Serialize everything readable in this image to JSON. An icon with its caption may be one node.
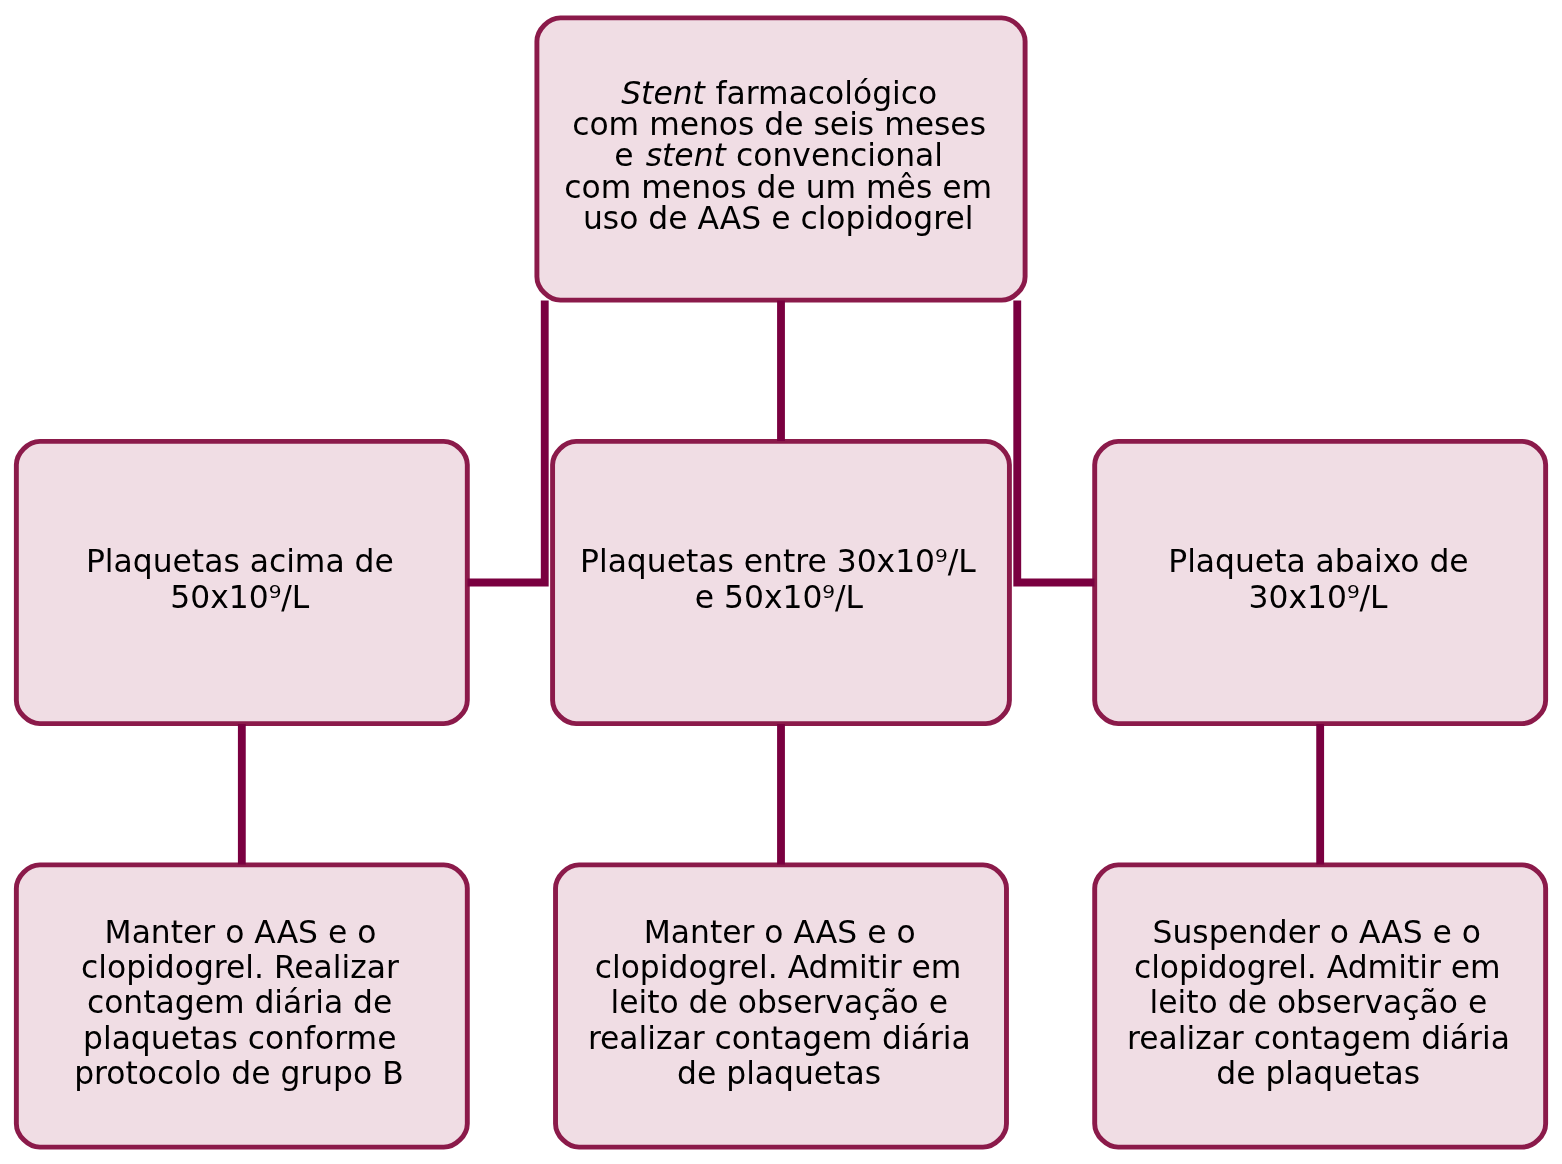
{
  "diagram": {
    "nodes": [
      {
        "text": [
          "*Stent* farmacológico com menos de seis meses e *stent* convencional com menos de um mês em uso de AAS e clopidogrel"
        ]
      },
      {
        "text": [
          "Plaquetas acima de 50x10⁹/L"
        ]
      },
      {
        "text": [
          "Plaquetas entre 30x10⁹/L e 50x10⁹/L"
        ]
      },
      {
        "text": [
          "Plaqueta abaixo de 30x10⁹/L"
        ]
      },
      {
        "text": [
          "Manter o AAS e o clopidogrel. Realizar contagem diária de plaquetas conforme protocolo de grupo B"
        ]
      },
      {
        "text": [
          "Manter o AAS e o clopidogrel. Admitir em leito de observação e realizar contagem diária de plaquetas"
        ]
      },
      {
        "text": [
          "Suspender o AAS e o clopidogrel. Admitir em leito de observação e realizar contagem diária de plaquetas"
        ]
      }
    ],
    "edges": [
      {
        "from": 0,
        "to": 1,
        "arrow": "none"
      },
      {
        "from": 0,
        "to": 2,
        "arrow": "none"
      },
      {
        "from": 0,
        "to": 3,
        "arrow": "none"
      },
      {
        "from": 1,
        "to": 4,
        "arrow": "none"
      },
      {
        "from": 2,
        "to": 5,
        "arrow": "none"
      },
      {
        "from": 3,
        "to": 6,
        "arrow": "none"
      }
    ]
  }
}
